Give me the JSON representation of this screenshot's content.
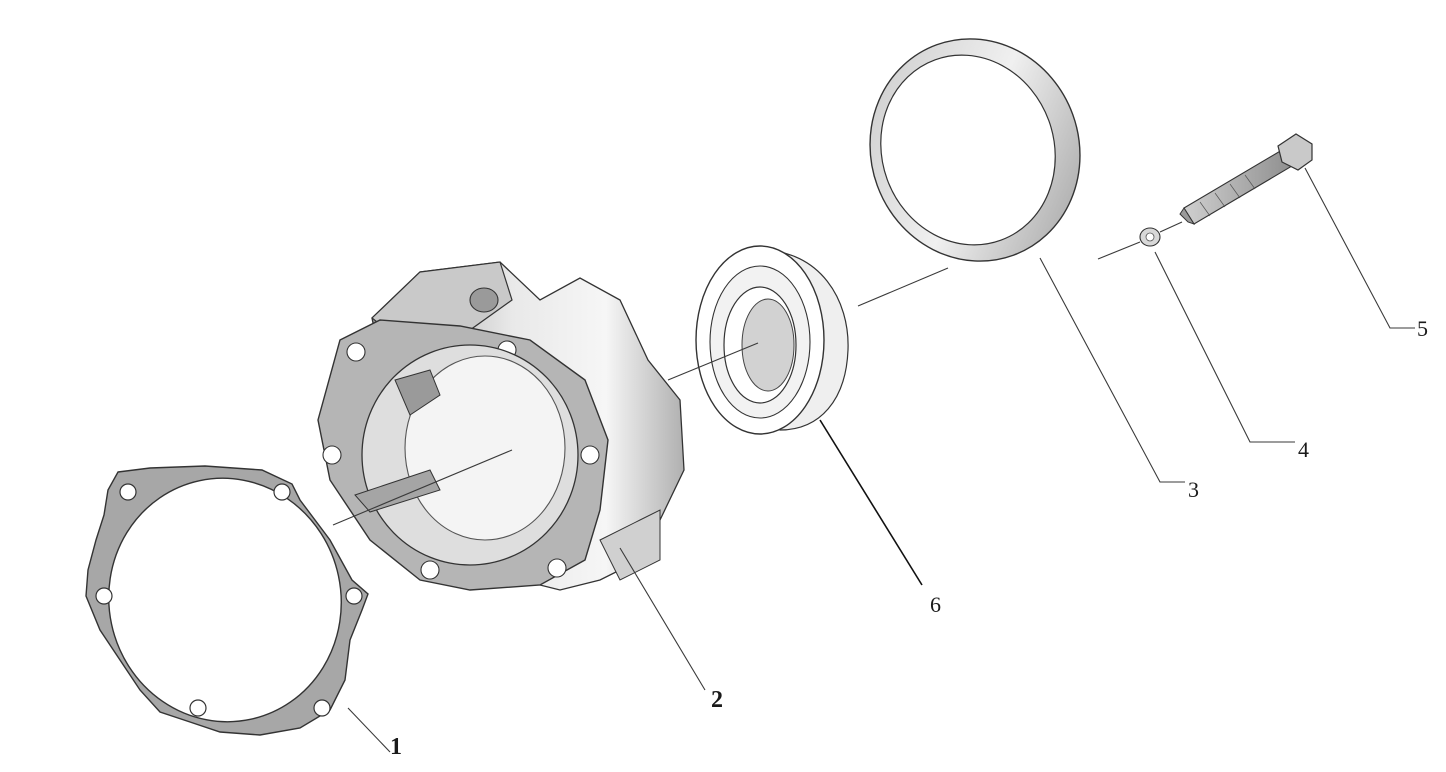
{
  "callouts": [
    {
      "id": "gasket",
      "label": "1"
    },
    {
      "id": "housing",
      "label": "2"
    },
    {
      "id": "seal-ring",
      "label": "3"
    },
    {
      "id": "washer",
      "label": "4"
    },
    {
      "id": "bolt",
      "label": "5"
    },
    {
      "id": "bearing",
      "label": "6"
    }
  ],
  "colors": {
    "part_fill": "#bdbdbd",
    "part_light": "#e6e6e6",
    "part_dark": "#8a8a8a",
    "outline": "#333333"
  }
}
